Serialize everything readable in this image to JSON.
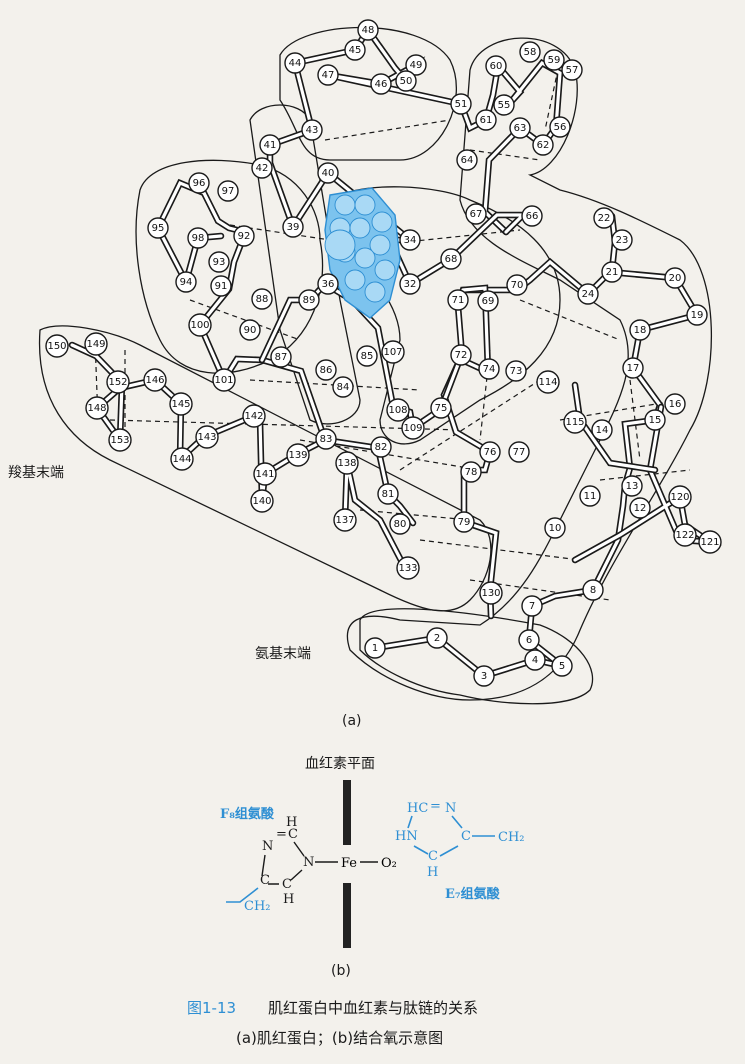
{
  "figure_a": {
    "label_c_term": "羧基末端",
    "label_n_term": "氨基末端",
    "sublabel": "(a)"
  },
  "figure_b": {
    "heme_plane_label": "血红素平面",
    "f8_label": "F₈组氨酸",
    "e7_label": "E₇组氨酸",
    "atom_fe": "Fe",
    "atom_o2": "O₂",
    "sublabel": "(b)"
  },
  "caption": {
    "number": "图1-13",
    "title": "肌红蛋白中血红素与肽链的关系",
    "subtitle": "(a)肌红蛋白；(b)结合氧示意图"
  },
  "colors": {
    "accent_blue": "#2e8fd3",
    "heme_fill": "#7cc3ee",
    "ink": "#1a1a1a"
  },
  "residues": [
    "1",
    "2",
    "3",
    "4",
    "5",
    "6",
    "7",
    "8",
    "10",
    "11",
    "12",
    "13",
    "14",
    "15",
    "16",
    "17",
    "18",
    "19",
    "20",
    "21",
    "22",
    "23",
    "24",
    "32",
    "34",
    "36",
    "39",
    "40",
    "41",
    "42",
    "43",
    "44",
    "45",
    "46",
    "47",
    "48",
    "49",
    "50",
    "51",
    "55",
    "56",
    "57",
    "58",
    "59",
    "60",
    "61",
    "62",
    "63",
    "64",
    "66",
    "67",
    "68",
    "69",
    "70",
    "71",
    "72",
    "73",
    "74",
    "75",
    "76",
    "77",
    "78",
    "79",
    "80",
    "81",
    "82",
    "83",
    "84",
    "85",
    "86",
    "87",
    "88",
    "89",
    "90",
    "91",
    "92",
    "93",
    "94",
    "95",
    "96",
    "97",
    "98",
    "100",
    "101",
    "107",
    "108",
    "109",
    "114",
    "115",
    "120",
    "121",
    "122",
    "130",
    "133",
    "137",
    "138",
    "139",
    "140",
    "141",
    "142",
    "143",
    "144",
    "145",
    "146",
    "148",
    "149",
    "150",
    "152",
    "153"
  ]
}
